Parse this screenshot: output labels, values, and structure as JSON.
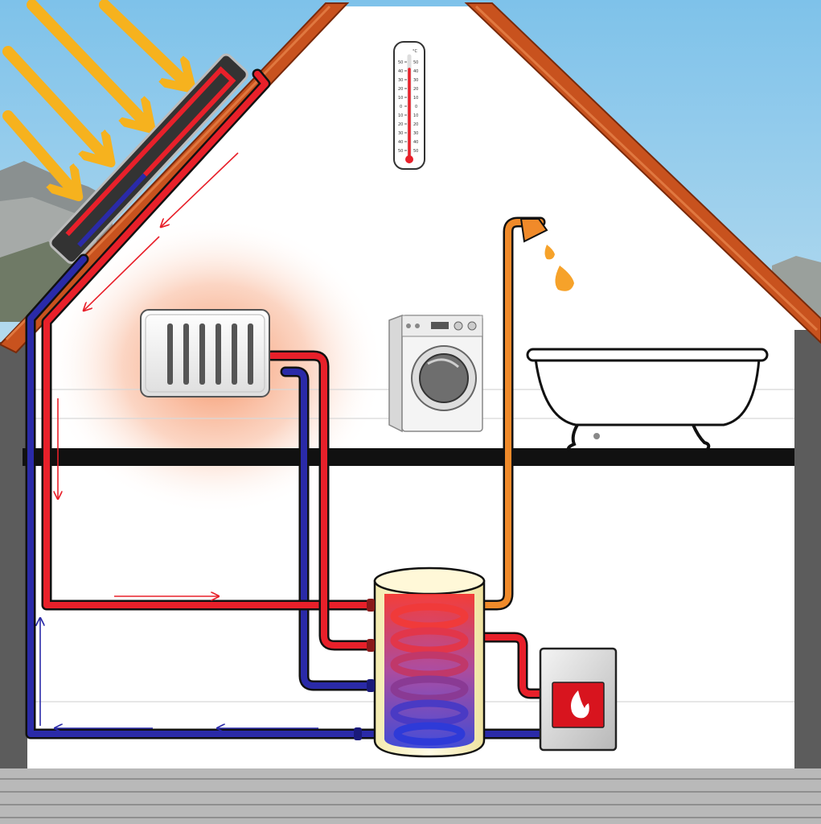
{
  "thermometer": {
    "unit": "°C",
    "left_scale": [
      "50",
      "40",
      "30",
      "20",
      "10",
      "0",
      "10",
      "20",
      "30",
      "40",
      "50"
    ],
    "right_scale": [
      "50",
      "40",
      "30",
      "20",
      "10",
      "0",
      "10",
      "20",
      "30",
      "40",
      "50"
    ]
  },
  "colors": {
    "sky": "#8cc8ea",
    "roof": "#c8521e",
    "hot_pipe": "#e8202a",
    "cold_pipe": "#2a2aa8",
    "warm_pipe": "#f08a2a",
    "sun_rays": "#f6b21e",
    "floor": "#111111",
    "boiler_flame_bg": "#d8141e",
    "siding": "#b9b9b9"
  },
  "icons": [
    "sun-ray-arrow",
    "solar-panel",
    "thermometer",
    "radiator",
    "washing-machine",
    "shower-head",
    "water-drop",
    "bathtub",
    "hot-water-tank",
    "heating-coil",
    "boiler",
    "flame-icon",
    "flow-arrow"
  ]
}
